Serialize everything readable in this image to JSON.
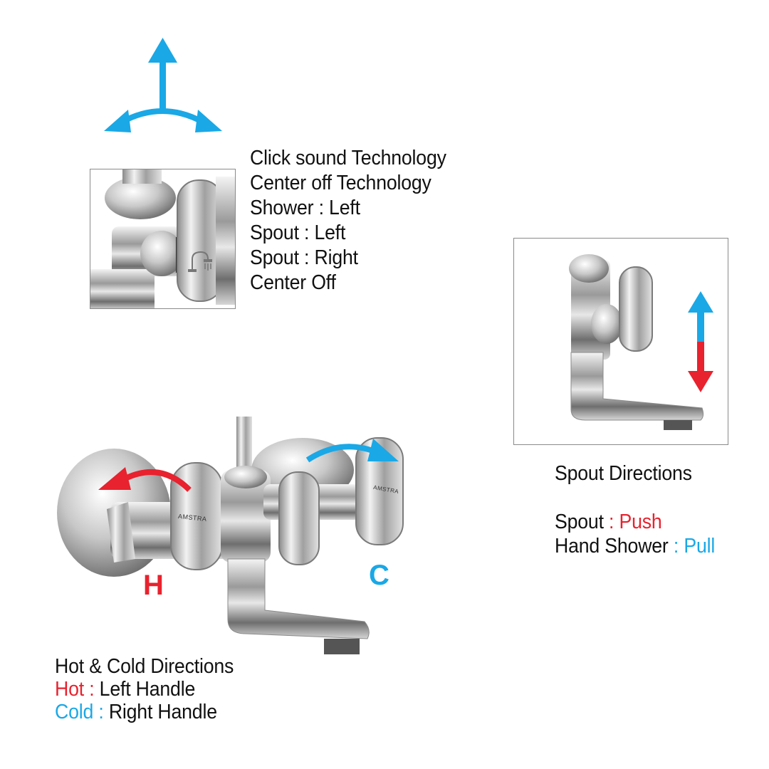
{
  "features": {
    "lines": [
      "Click sound Technology",
      "Center off Technology",
      "Shower : Left",
      "Spout : Left",
      "Spout : Right",
      "Center Off"
    ]
  },
  "spout": {
    "heading": "Spout Directions",
    "push_label": "Spout",
    "push_sep": " : ",
    "push_value": "Push",
    "pull_label": "Hand Shower",
    "pull_sep": " : ",
    "pull_value": "Pull"
  },
  "hot_cold": {
    "heading": "Hot & Cold Directions",
    "hot_label": "Hot :",
    "hot_value": " Left Handle",
    "cold_label": "Cold :",
    "cold_value": " Right Handle",
    "hot_letter": "H",
    "cold_letter": "C"
  },
  "brand": "AMSTRA",
  "colors": {
    "red": "#e8222e",
    "blue": "#1aa8e6",
    "text": "#111111"
  },
  "icons": [
    "three-way-arrow-icon",
    "up-down-arrow-icon",
    "rotate-left-arrow-icon",
    "rotate-right-arrow-icon",
    "shower-icon"
  ]
}
